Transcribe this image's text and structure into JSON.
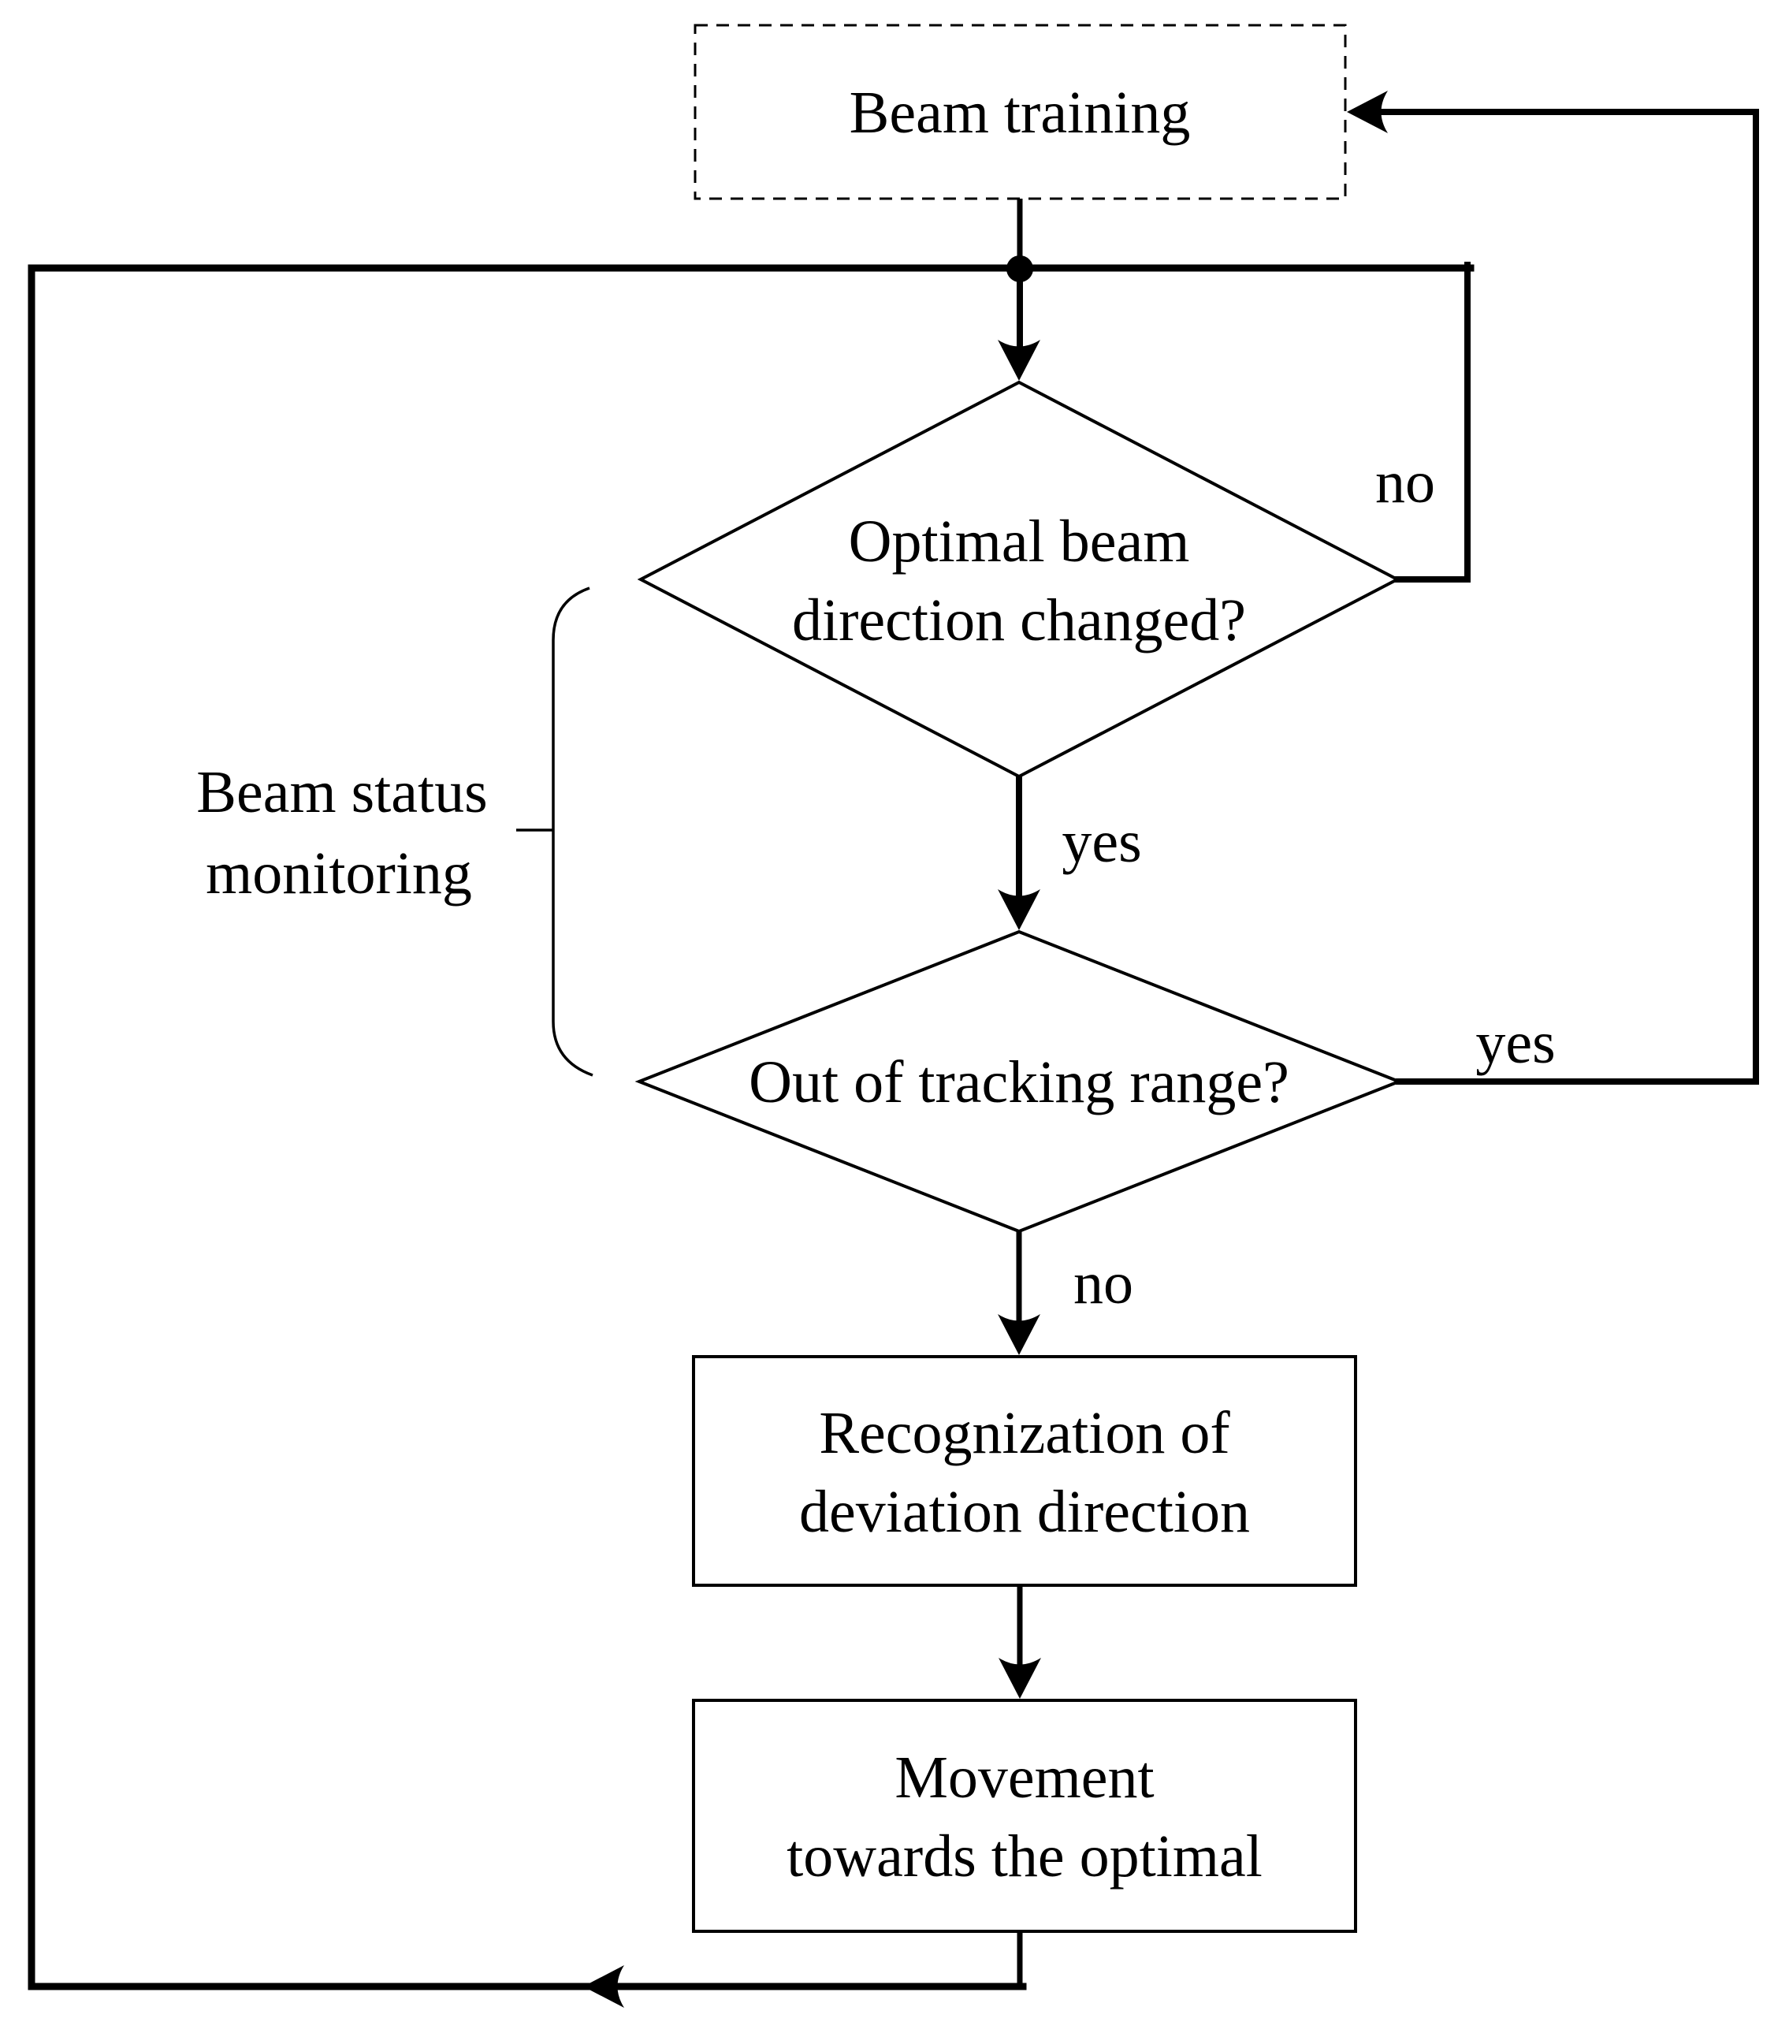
{
  "page": {
    "background_color": "#ffffff",
    "line_color": "#000000"
  },
  "flowchart": {
    "nodes": {
      "beam_training": {
        "label": "Beam training",
        "shape": "dashed-rectangle"
      },
      "optimal_beam_changed": {
        "line1": "Optimal beam",
        "line2": "direction changed?",
        "shape": "diamond"
      },
      "out_of_tracking_range": {
        "label": "Out of tracking range?",
        "shape": "diamond"
      },
      "recognization_of_deviation": {
        "line1": "Recognization of",
        "line2": "deviation direction",
        "shape": "rectangle"
      },
      "movement_towards_optimal": {
        "line1": "Movement",
        "line2": "towards the optimal",
        "shape": "rectangle"
      }
    },
    "edge_labels": {
      "optimal_changed_no": "no",
      "optimal_changed_yes": "yes",
      "out_of_range_yes": "yes",
      "out_of_range_no": "no"
    },
    "side_annotation": {
      "line1": "Beam status",
      "line2": "monitoring"
    }
  }
}
